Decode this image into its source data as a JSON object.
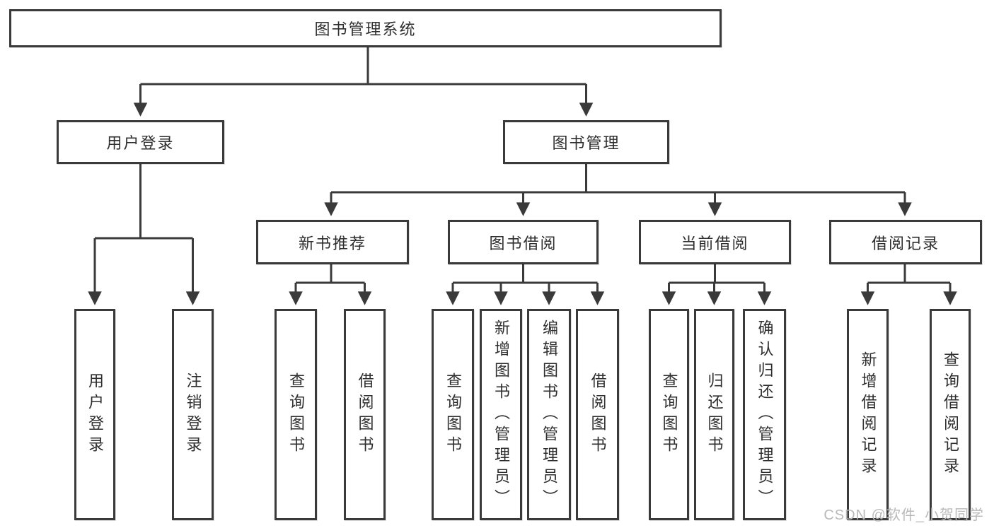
{
  "tree": {
    "root": {
      "label": "图书管理系统"
    },
    "children": [
      {
        "label": "用户登录",
        "children": [
          {
            "label": "用户登录"
          },
          {
            "label": "注销登录"
          }
        ]
      },
      {
        "label": "图书管理",
        "children": [
          {
            "label": "新书推荐",
            "children": [
              {
                "label": "查询图书"
              },
              {
                "label": "借阅图书"
              }
            ]
          },
          {
            "label": "图书借阅",
            "children": [
              {
                "label": "查询图书"
              },
              {
                "label": "新增图书（管理员）"
              },
              {
                "label": "编辑图书（管理员）"
              },
              {
                "label": "借阅图书"
              }
            ]
          },
          {
            "label": "当前借阅",
            "children": [
              {
                "label": "查询图书"
              },
              {
                "label": "归还图书"
              },
              {
                "label": "确认归还（管理员）"
              }
            ]
          },
          {
            "label": "借阅记录",
            "children": [
              {
                "label": "新增借阅记录"
              },
              {
                "label": "查询借阅记录"
              }
            ]
          }
        ]
      }
    ]
  },
  "colors": {
    "line": "#3a3a3a",
    "text": "#2e2e2e",
    "watermark": "#b9b9b9",
    "background": "#ffffff"
  },
  "watermark": "CSDN @软件_小贺同学"
}
